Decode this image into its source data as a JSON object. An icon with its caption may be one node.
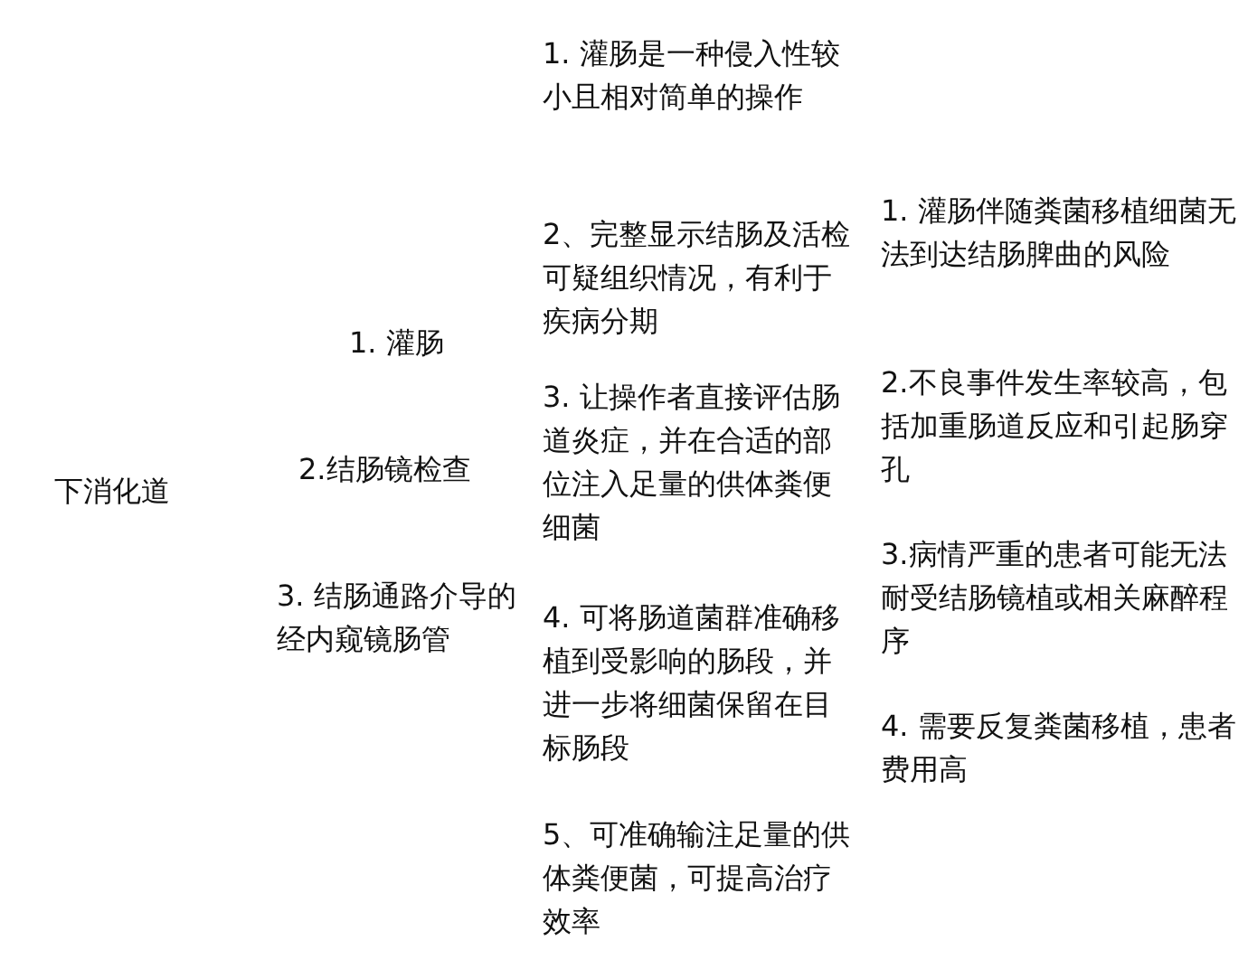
{
  "diagram": {
    "labels": [
      "下消化道",
      "1. 灌肠",
      "2.结肠镜检查",
      "3. 结肠通路介导的经内窥镜肠管",
      "1. 灌肠是一种侵入性较小且相对简单的操作",
      "2、完整显示结肠及活检可疑组织情况，有利于疾病分期",
      "3. 让操作者直接评估肠道炎症，并在合适的部位注入足量的供体粪便细菌",
      "4. 可将肠道菌群准确移植到受影响的肠段，并进一步将细菌保留在目标肠段",
      "5、可准确输注足量的供体粪便菌，可提高治疗效率",
      "1. 灌肠伴随粪菌移植细菌无法到达结肠脾曲的风险",
      "2.不良事件发生率较高，包括加重肠道反应和引起肠穿孔",
      "3.病情严重的患者可能无法耐受结肠镜植或相关麻醉程序",
      "4. 需要反复粪菌移植，患者费用高"
    ]
  }
}
